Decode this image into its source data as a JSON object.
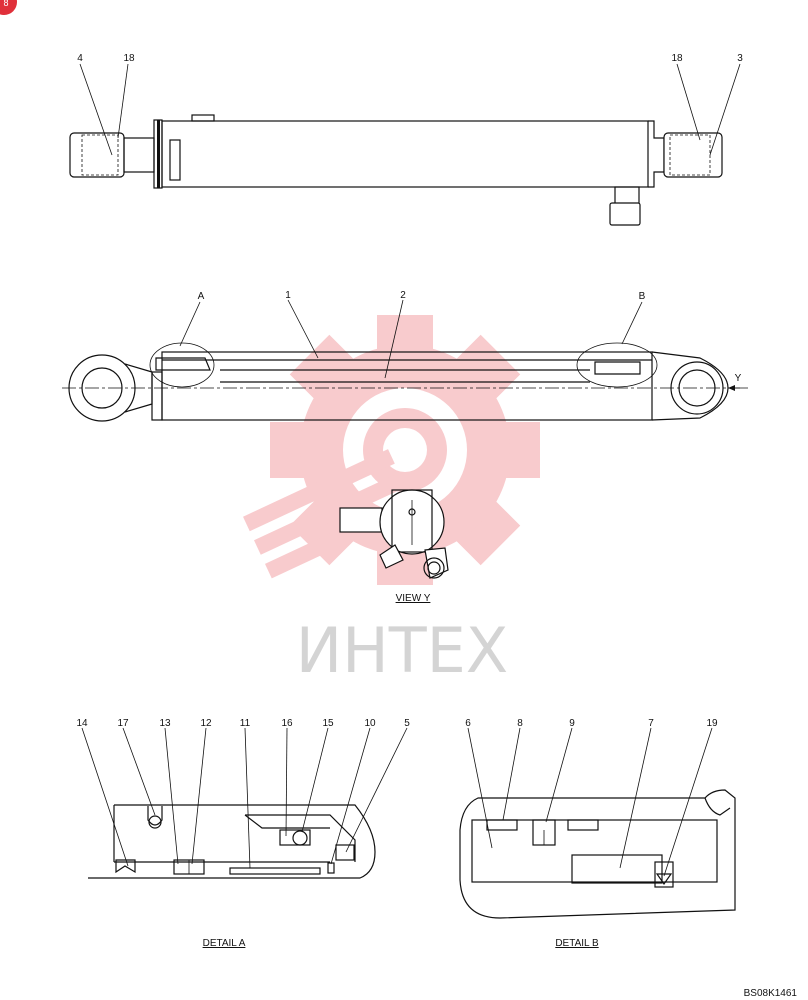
{
  "watermark": {
    "text": "ИНТЕХ",
    "logo_color": "#f6b8bc",
    "text_color": "#d4d4d4"
  },
  "top_view": {
    "callouts": [
      "4",
      "18",
      "18",
      "3"
    ]
  },
  "side_view": {
    "callouts": [
      "A",
      "1",
      "2",
      "B"
    ],
    "view_arrow": "Y"
  },
  "view_y": {
    "caption": "VIEW  Y"
  },
  "detail_a": {
    "caption": "DETAIL  A",
    "callouts": [
      "14",
      "17",
      "13",
      "12",
      "11",
      "16",
      "15",
      "10",
      "5"
    ]
  },
  "detail_b": {
    "caption": "DETAIL  B",
    "callouts": [
      "6",
      "8",
      "9",
      "7",
      "19"
    ]
  },
  "drawing_number": "BS08K1461",
  "corner_badge": {
    "text": "8",
    "color": "#e0303a"
  }
}
